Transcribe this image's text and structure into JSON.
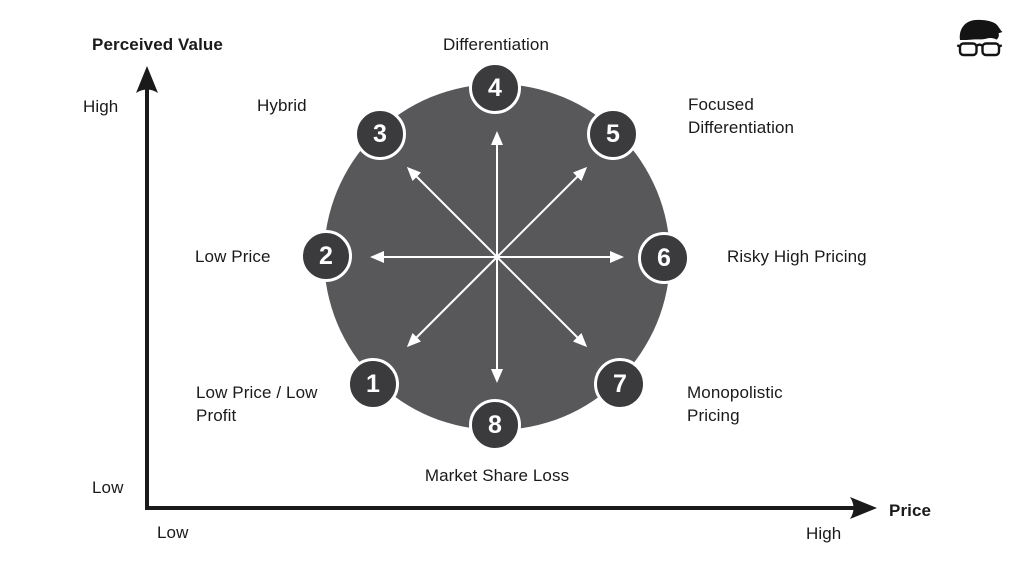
{
  "axes": {
    "y_title": "Perceived Value",
    "y_high": "High",
    "y_low": "Low",
    "x_title": "Price",
    "x_low": "Low",
    "x_high": "High"
  },
  "clock": {
    "positions": [
      {
        "number": "1",
        "label": "Low Price / Low\nProfit"
      },
      {
        "number": "2",
        "label": "Low Price"
      },
      {
        "number": "3",
        "label": "Hybrid"
      },
      {
        "number": "4",
        "label": "Differentiation"
      },
      {
        "number": "5",
        "label": "Focused\nDifferentiation"
      },
      {
        "number": "6",
        "label": "Risky High Pricing"
      },
      {
        "number": "7",
        "label": "Monopolistic\nPricing"
      },
      {
        "number": "8",
        "label": "Market Share Loss"
      }
    ]
  },
  "colors": {
    "background": "#FFFFFF",
    "wheel": "#58585B",
    "badge": "#3B3B3D",
    "badge_ring": "#FFFFFF",
    "radial_arrows": "#FFFFFF",
    "axis": "#1A1A1A",
    "text": "#1A1A1A",
    "logo": "#141414"
  },
  "icons": {
    "logo": "geek-face-logo",
    "axis_arrowheads": "arrowhead-icon",
    "radial_arrows": "radial-arrow-icon"
  }
}
